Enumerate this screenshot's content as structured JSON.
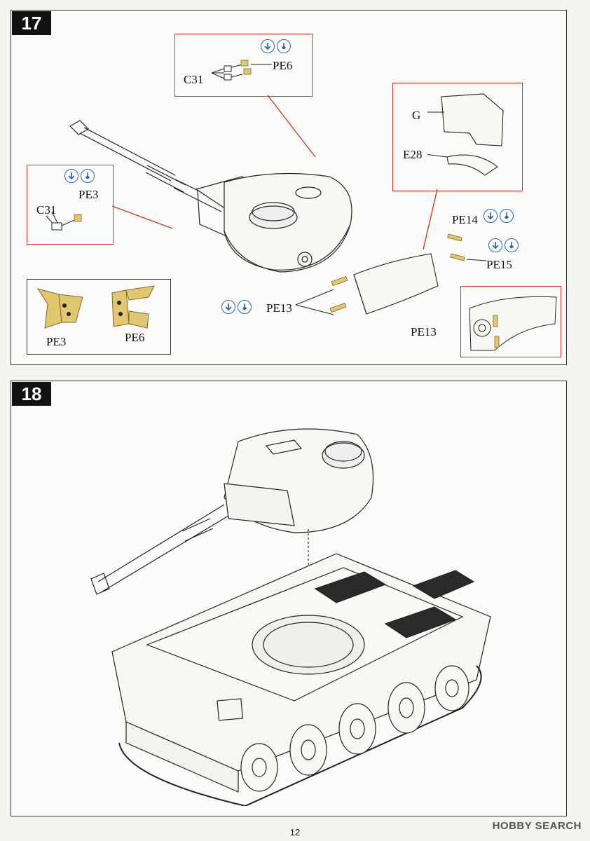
{
  "page_number": "12",
  "watermark": "HOBBY SEARCH",
  "step17": {
    "number": "17",
    "labels": {
      "pe6_top": "PE6",
      "c31_top": "C31",
      "pe3_left": "PE3",
      "c31_left": "C31",
      "g": "G",
      "e28": "E28",
      "pe14": "PE14",
      "pe15": "PE15",
      "pe13_mid": "PE13",
      "pe13_right": "PE13"
    },
    "legend": {
      "pe3": "PE3",
      "pe6": "PE6"
    },
    "icon_pairs": [
      {
        "first": "fold-down-icon",
        "second": "glue-drop-icon"
      }
    ],
    "colors": {
      "detail_border": "#d13a2a",
      "icon_blue": "#2c63b8",
      "etch_part": "#e3c770"
    }
  },
  "step18": {
    "number": "18"
  }
}
